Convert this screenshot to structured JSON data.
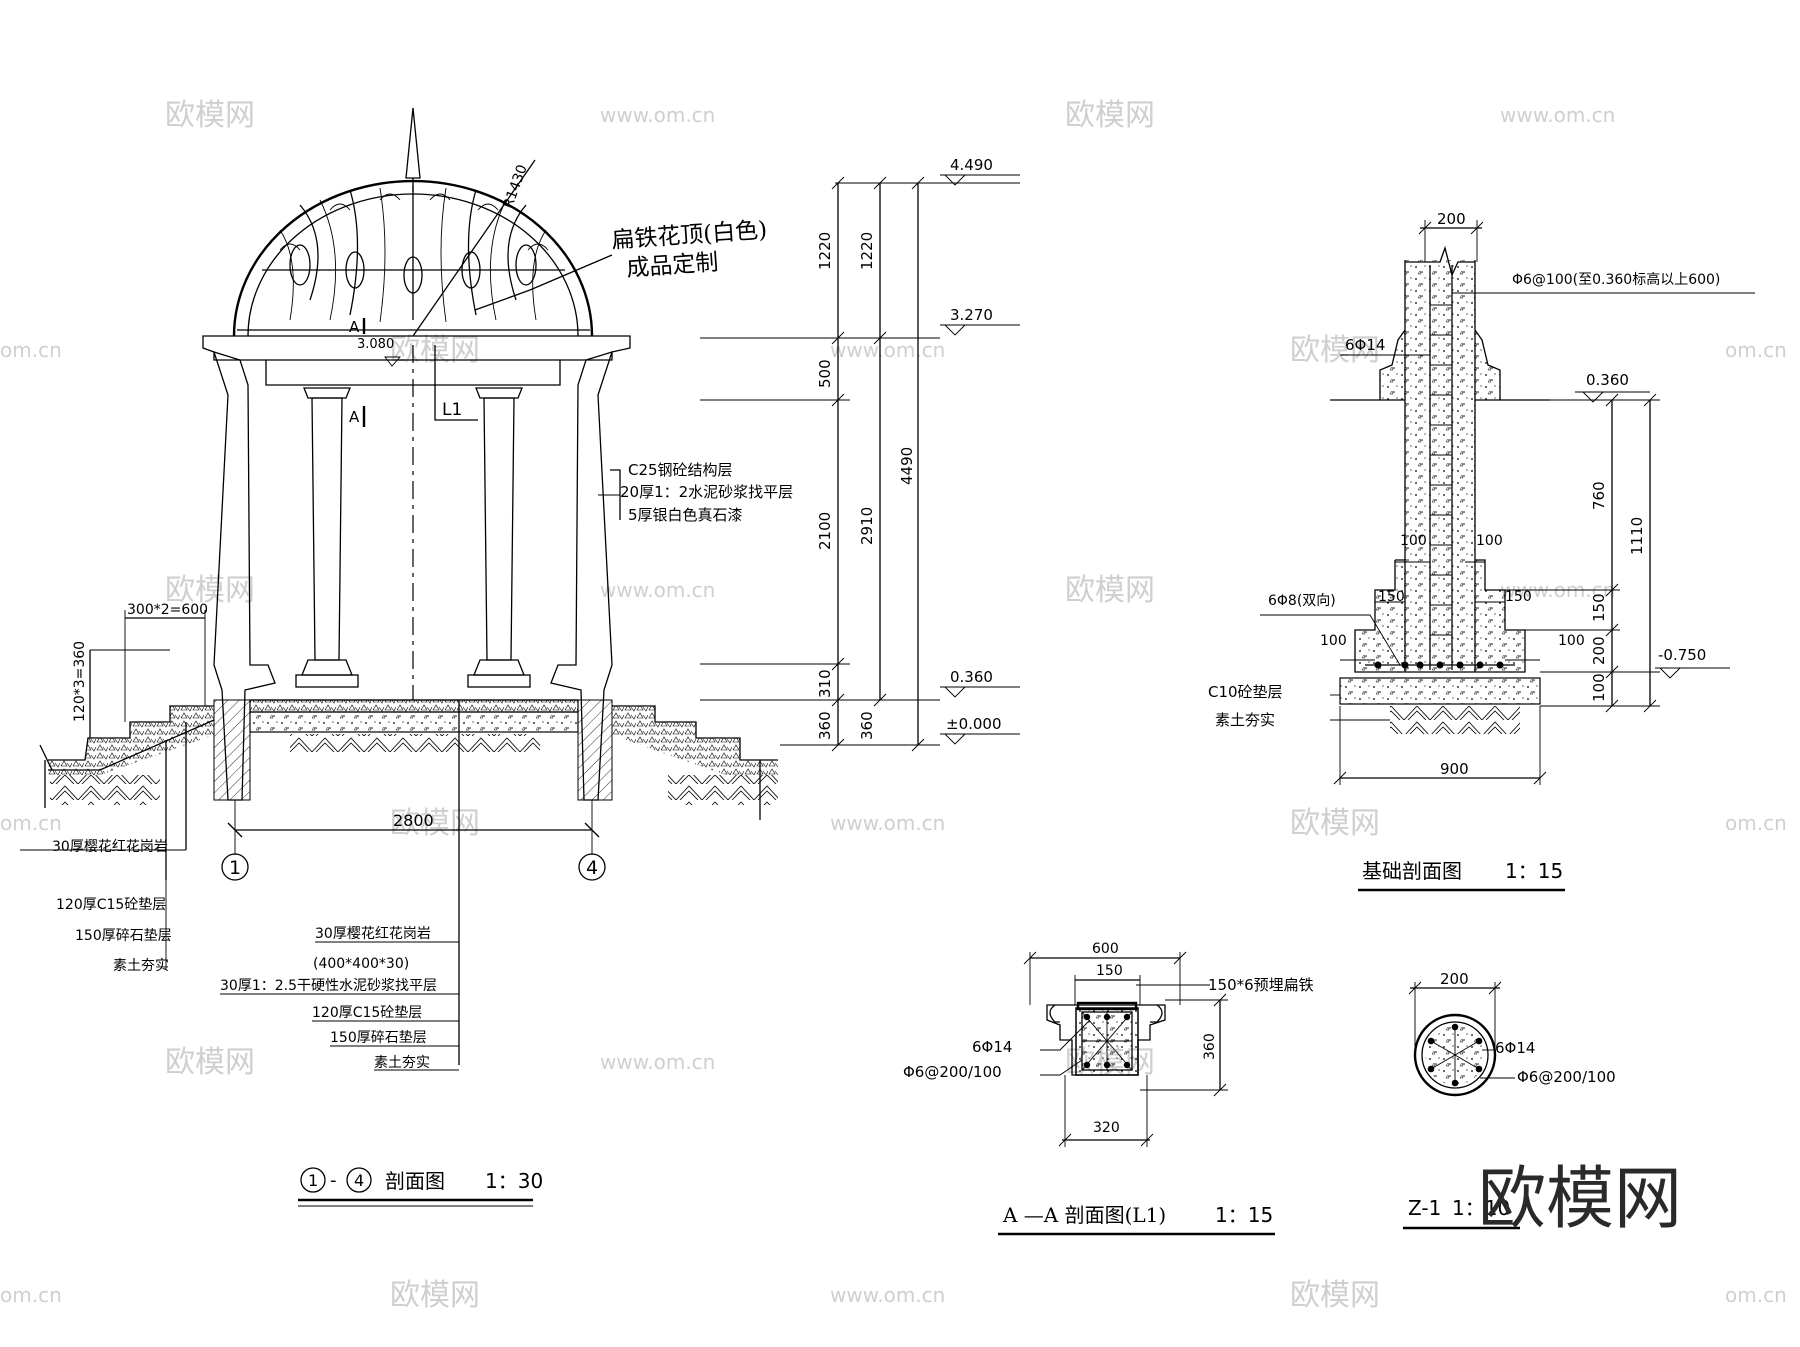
{
  "main_section": {
    "title_circle_1": "1",
    "title_mid": "-",
    "title_circle_4": "4",
    "title_text": "剖面图",
    "scale": "1：30",
    "elevations": [
      "4.490",
      "3.270",
      "0.360",
      "±0.000"
    ],
    "elev_a": "3.080",
    "dims_right_1": [
      "1220",
      "500",
      "2100",
      "310",
      "360"
    ],
    "dims_right_2": [
      "1220",
      "2910",
      "360"
    ],
    "dim_total": "4490",
    "dim_radius": "R1430",
    "dim_width": "2800",
    "dim_steps_h": "300*2=600",
    "dim_steps_v": "120*3=360",
    "axis_left": "1",
    "axis_right": "4",
    "section_mark": "A",
    "beam_tag": "L1",
    "dome_note_1": "扁铁花顶(白色)",
    "dome_note_2": "成品定制",
    "wall_notes": [
      "C25钢砼结构层",
      "20厚1：2水泥砂浆找平层",
      "5厚银白色真石漆"
    ],
    "left_notes": [
      "30厚樱花红花岗岩",
      "120厚C15砼垫层",
      "150厚碎石垫层",
      "素土夯实"
    ],
    "floor_notes": [
      "30厚樱花红花岗岩",
      "(400*400*30)",
      "30厚1：2.5干硬性水泥砂浆找平层",
      "120厚C15砼垫层",
      "150厚碎石垫层",
      "素土夯实"
    ]
  },
  "foundation": {
    "title": "基础剖面图",
    "scale": "1：15",
    "dim_top": "200",
    "rebar_note": "Φ6@100(至0.360标高以上600)",
    "main_bars": "6Φ14",
    "base_bars": "6Φ8(双向)",
    "elev_top": "0.360",
    "elev_bottom": "-0.750",
    "dims_vertical": [
      "760",
      "150",
      "200",
      "100"
    ],
    "dim_total_v": "1110",
    "dims_steps": [
      "100",
      "100",
      "150",
      "150",
      "100",
      "100"
    ],
    "dim_base": "900",
    "notes": [
      "C10砼垫层",
      "素土夯实"
    ]
  },
  "section_aa": {
    "title": "A —A 剖面图(L1)",
    "scale": "1：15",
    "dim_top": "600",
    "dim_inner": "150",
    "dim_height": "360",
    "dim_bottom": "320",
    "embed_note": "150*6预埋扁铁",
    "bars": "6Φ14",
    "stirrups": "Φ6@200/100"
  },
  "column_z1": {
    "title": "Z-1",
    "scale": "1：10",
    "dim_top": "200",
    "bars": "6Φ14",
    "stirrups": "Φ6@200/100"
  },
  "watermarks": {
    "brand": "欧模网",
    "site": "www.om.cn",
    "site_short": "om.cn"
  }
}
